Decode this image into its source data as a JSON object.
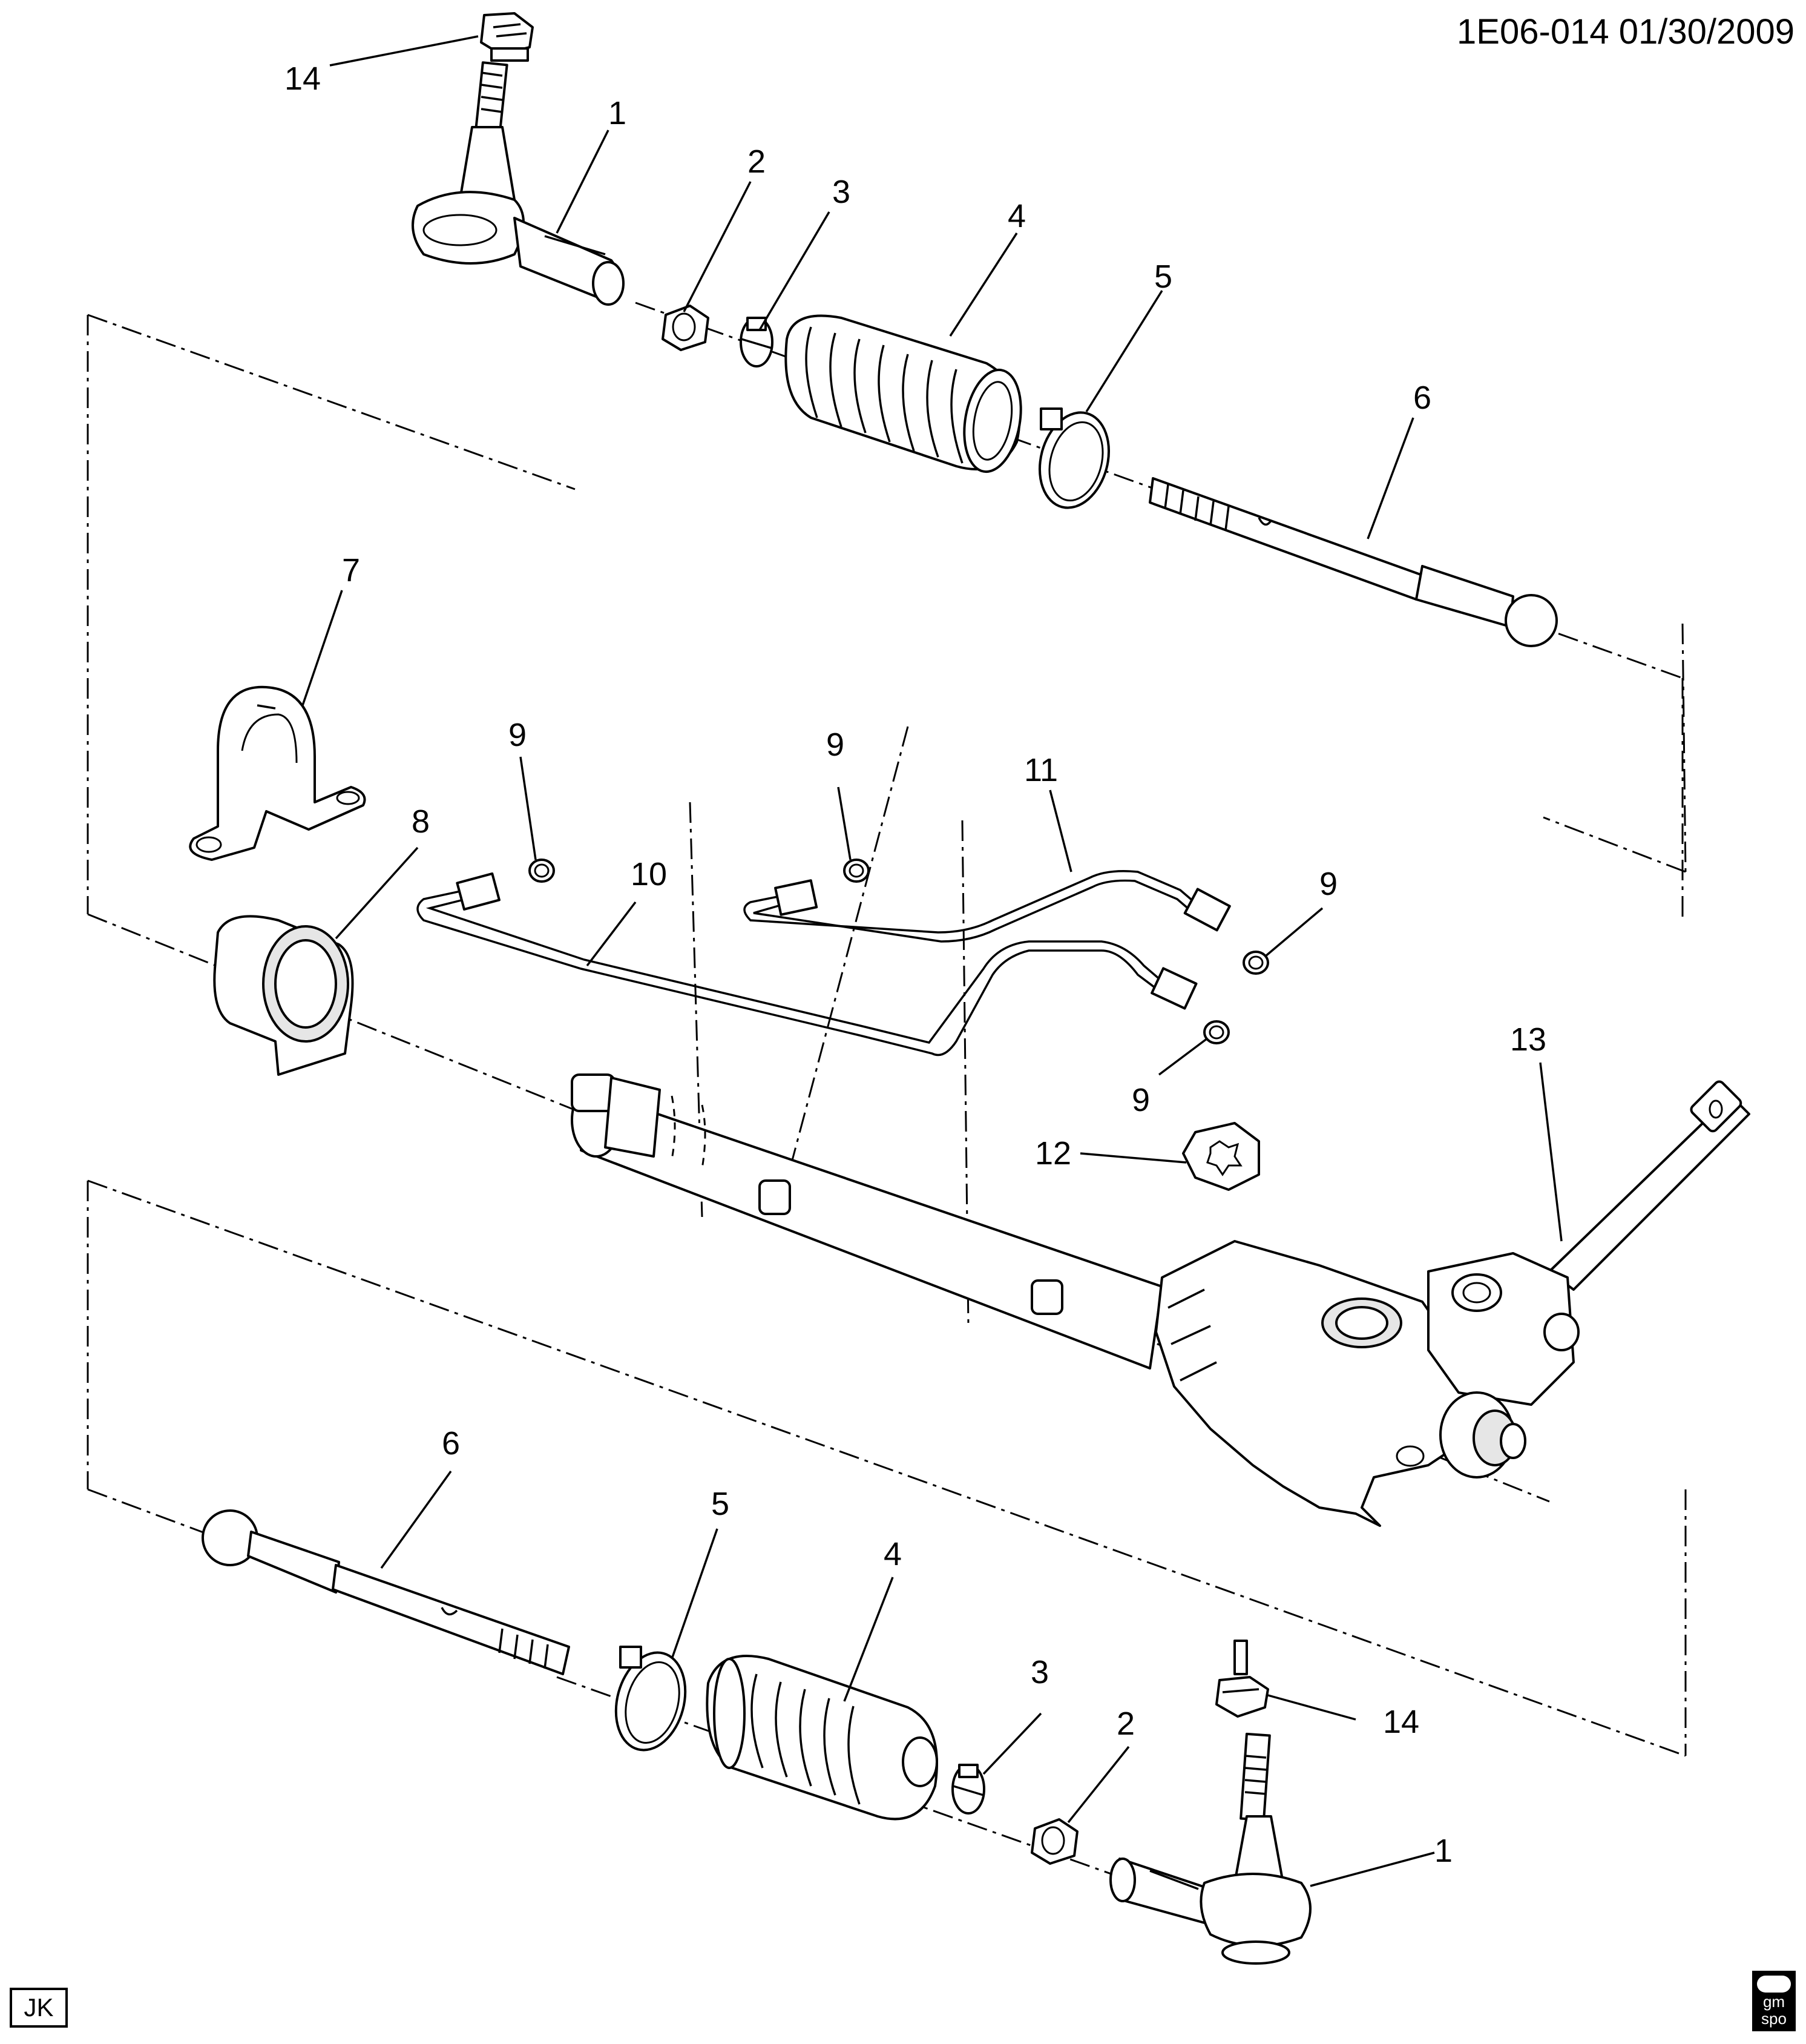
{
  "header": {
    "code_date": "1E06-014  01/30/2009"
  },
  "corner_codes": {
    "bottom_left": "JK",
    "logo_line1": "gm",
    "logo_line2": "spo"
  },
  "callouts": [
    {
      "id": "c14-top",
      "label": "14"
    },
    {
      "id": "c1-top",
      "label": "1"
    },
    {
      "id": "c2-top",
      "label": "2"
    },
    {
      "id": "c3-top",
      "label": "3"
    },
    {
      "id": "c4-top",
      "label": "4"
    },
    {
      "id": "c5-top",
      "label": "5"
    },
    {
      "id": "c6-top",
      "label": "6"
    },
    {
      "id": "c7",
      "label": "7"
    },
    {
      "id": "c8",
      "label": "8"
    },
    {
      "id": "c9-a",
      "label": "9"
    },
    {
      "id": "c9-b",
      "label": "9"
    },
    {
      "id": "c9-c",
      "label": "9"
    },
    {
      "id": "c9-d",
      "label": "9"
    },
    {
      "id": "c10",
      "label": "10"
    },
    {
      "id": "c11",
      "label": "11"
    },
    {
      "id": "c12",
      "label": "12"
    },
    {
      "id": "c13",
      "label": "13"
    },
    {
      "id": "c6-bottom",
      "label": "6"
    },
    {
      "id": "c5-bottom",
      "label": "5"
    },
    {
      "id": "c4-bottom",
      "label": "4"
    },
    {
      "id": "c3-bottom",
      "label": "3"
    },
    {
      "id": "c2-bottom",
      "label": "2"
    },
    {
      "id": "c14-bottom",
      "label": "14"
    },
    {
      "id": "c1-bottom",
      "label": "1"
    }
  ]
}
